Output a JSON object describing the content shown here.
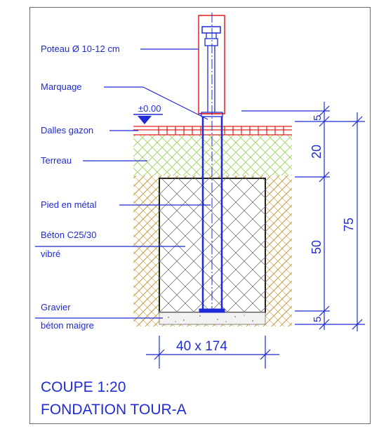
{
  "labels": {
    "poteau": "Poteau Ø 10-12 cm",
    "marquage": "Marquage",
    "niveau": "±0.00",
    "dalles": "Dalles gazon",
    "terreau": "Terreau",
    "pied": "Pied en métal",
    "beton_line1": "Béton C25/30",
    "beton_line2": "vibré",
    "gravier_line1": "Gravier",
    "gravier_line2": "béton maigre"
  },
  "dimensions": {
    "d1": "5",
    "d2": "20",
    "d3": "50",
    "d4": "5",
    "total": "75",
    "width": "40 x 174"
  },
  "title": {
    "line1": "COUPE 1:20",
    "line2": "FONDATION TOUR-A"
  },
  "colors": {
    "ink": "#1f2bd6",
    "red": "#e0201c",
    "green": "#a8d46a",
    "brown": "#c49a3c",
    "hatch": "#6d6d6d"
  }
}
